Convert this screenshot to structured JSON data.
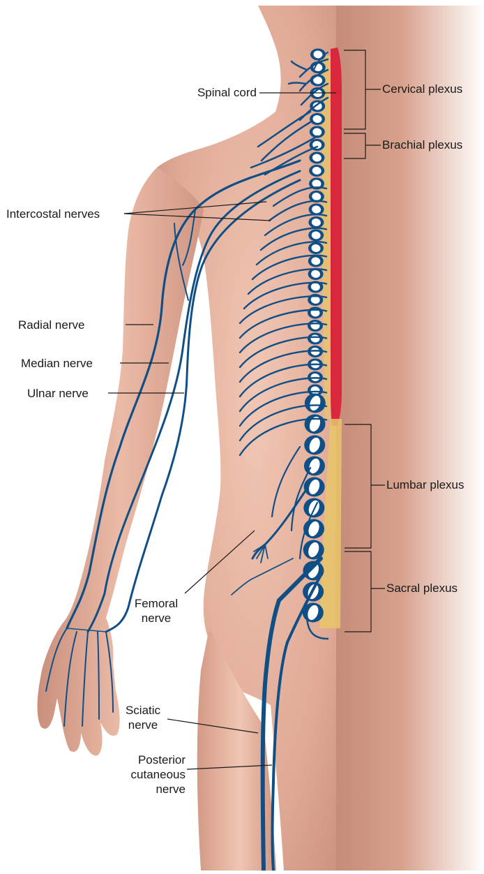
{
  "labels": {
    "spinal_cord": "Spinal cord",
    "cervical_plexus": "Cervical plexus",
    "brachial_plexus": "Brachial plexus",
    "intercostal_nerves": "Intercostal nerves",
    "radial_nerve": "Radial nerve",
    "median_nerve": "Median nerve",
    "ulnar_nerve": "Ulnar nerve",
    "lumbar_plexus": "Lumbar plexus",
    "sacral_plexus": "Sacral plexus",
    "femoral_nerve": [
      "Femoral",
      "nerve"
    ],
    "sciatic_nerve": [
      "Sciatic",
      "nerve"
    ],
    "posterior_cutaneous_nerve": [
      "Posterior",
      "cutaneous",
      "nerve"
    ]
  },
  "colors": {
    "skin": "#d9a08c",
    "skin_light": "#efc3b0",
    "skin_dark": "#c48b78",
    "nerve": "#0f4f86",
    "spinal_cord": "#d9283c",
    "nerve_roots": "#e7c66a",
    "vertebra_hole": "#ffffff",
    "leader_line": "#1a1a1a"
  }
}
